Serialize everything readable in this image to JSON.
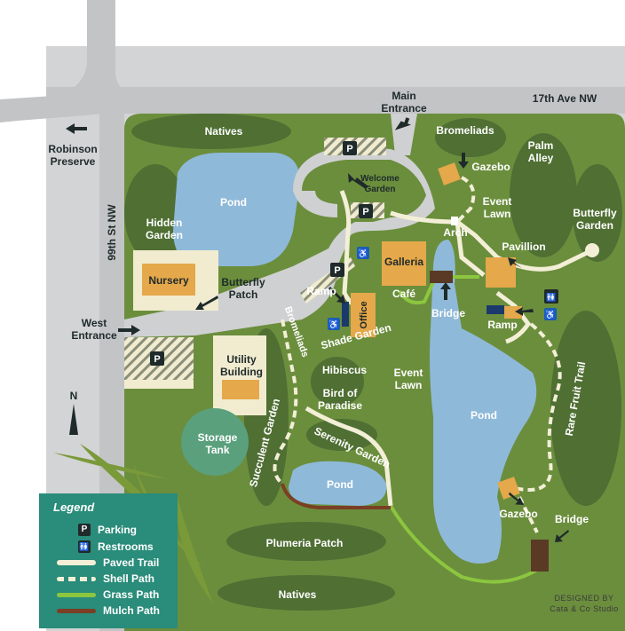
{
  "labels": {
    "main_entrance": [
      "Main",
      "Entrance"
    ],
    "ave": "17th Ave NW",
    "robinson": [
      "Robinson",
      "Preserve"
    ],
    "st99": "99th St NW",
    "west_entrance": [
      "West",
      "Entrance"
    ],
    "natives_top": "Natives",
    "pond_top": "Pond",
    "hidden_garden": [
      "Hidden",
      "Garden"
    ],
    "nursery": "Nursery",
    "butterfly_patch": [
      "Butterfly",
      "Patch"
    ],
    "welcome_garden": [
      "Welcome",
      "Garden"
    ],
    "bromeliads_top": "Bromeliads",
    "gazebo_top": "Gazebo",
    "event_lawn_top": [
      "Event",
      "Lawn"
    ],
    "palm_alley": [
      "Palm",
      "Alley"
    ],
    "butterfly_garden": [
      "Butterfly",
      "Garden"
    ],
    "arch": "Arch",
    "pavillion": "Pavillion",
    "galleria": "Galleria",
    "cafe": "Café",
    "bridge_mid": "Bridge",
    "ramp_left": "Ramp",
    "office": "Office",
    "shade_garden": "Shade Garden",
    "ramp_right": "Ramp",
    "bromeliads_side": "Bromeliads",
    "hibiscus": "Hibiscus",
    "bird_paradise": [
      "Bird of",
      "Paradise"
    ],
    "event_lawn_mid": [
      "Event",
      "Lawn"
    ],
    "utility_building": [
      "Utility",
      "Building"
    ],
    "storage_tank": [
      "Storage",
      "Tank"
    ],
    "pond_big": "Pond",
    "rare_fruit_trail": "Rare Fruit Trail",
    "succulent_garden": "Succulent Garden",
    "serenity_garden": "Serenity Garden",
    "pond_small": "Pond",
    "gazebo_bottom": "Gazebo",
    "bridge_bottom": "Bridge",
    "plumeria_patch": "Plumeria Patch",
    "natives_bottom": "Natives",
    "north": "N",
    "parking_symbol": "P",
    "restroom_symbol": "🚻",
    "accessible_symbol": "♿"
  },
  "legend": {
    "title": "Legend",
    "items": [
      {
        "label": "Parking",
        "kind": "icon",
        "symbol": "P"
      },
      {
        "label": "Restrooms",
        "kind": "icon",
        "symbol": "🚻"
      },
      {
        "label": "Paved Trail",
        "kind": "paved",
        "color": "#f3efd7"
      },
      {
        "label": "Shell Path",
        "kind": "shell",
        "color": "#f3efd7"
      },
      {
        "label": "Grass Path",
        "kind": "grass",
        "color": "#8cc63f"
      },
      {
        "label": "Mulch Path",
        "kind": "mulch",
        "color": "#7a3f24"
      }
    ]
  },
  "credit": [
    "DESIGNED BY",
    "Cata & Co  Studio"
  ],
  "colors": {
    "grass": "#6b8e3d",
    "dark_grass": "#4f6f33",
    "water": "#8fb9d9",
    "road": "#cfd0d1",
    "building": "#e5a84a",
    "pad": "#f1ecd0",
    "legend": "#2a8c7a",
    "grass_path": "#8cc63f",
    "mulch_path": "#7a3f24",
    "storage": "#5aa07d"
  }
}
